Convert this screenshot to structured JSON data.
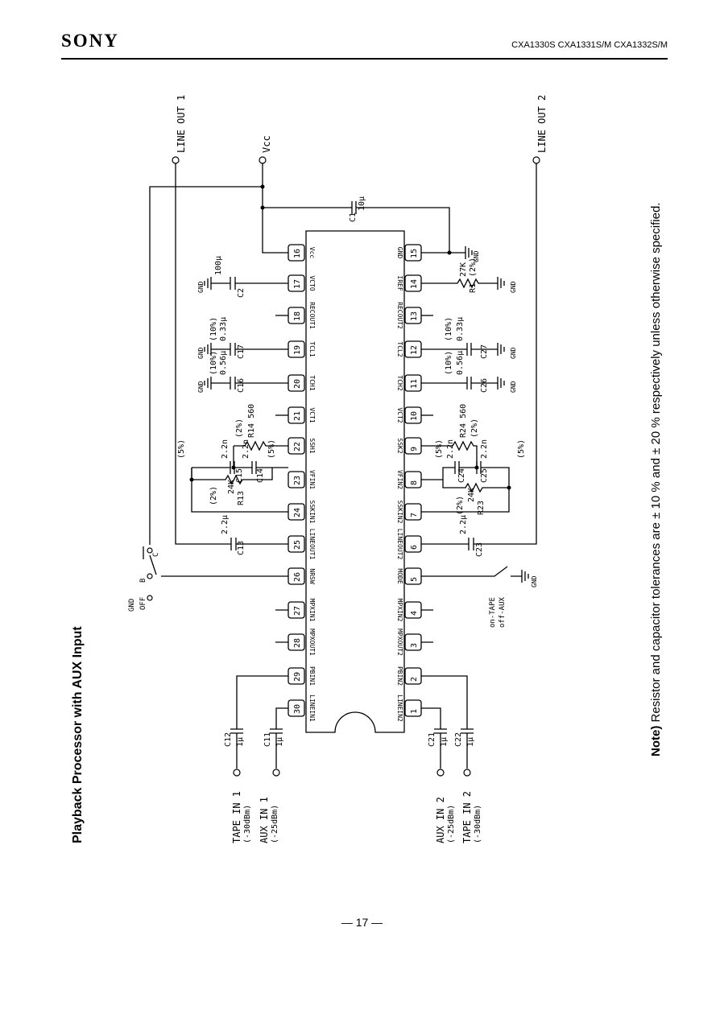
{
  "header": {
    "brand": "SONY",
    "part_numbers": "CXA1330S CXA1331S/M CXA1332S/M"
  },
  "title": "Playback Processor with AUX Input",
  "note": {
    "label": "Note)",
    "text": "Resistor and capacitor tolerances are ± 10 % and ± 20 % respectively unless otherwise specified."
  },
  "page_number": "— 17 —",
  "pins_left": [
    {
      "n": "16",
      "name": "Vcc"
    },
    {
      "n": "17",
      "name": "VCTO"
    },
    {
      "n": "18",
      "name": "RECOUT1"
    },
    {
      "n": "19",
      "name": "TCL1"
    },
    {
      "n": "20",
      "name": "TCH1"
    },
    {
      "n": "21",
      "name": "VCT1"
    },
    {
      "n": "22",
      "name": "SSH1"
    },
    {
      "n": "23",
      "name": "VFIN1"
    },
    {
      "n": "24",
      "name": "SSKIN1"
    },
    {
      "n": "25",
      "name": "LINEOUT1"
    },
    {
      "n": "26",
      "name": "NRSW"
    },
    {
      "n": "27",
      "name": "MPXIN1"
    },
    {
      "n": "28",
      "name": "MPXOUT1"
    },
    {
      "n": "29",
      "name": "PBIN1"
    },
    {
      "n": "30",
      "name": "LINEIN1"
    }
  ],
  "pins_right": [
    {
      "n": "15",
      "name": "GND"
    },
    {
      "n": "14",
      "name": "IREF"
    },
    {
      "n": "13",
      "name": "RECOUT2"
    },
    {
      "n": "12",
      "name": "TCL2"
    },
    {
      "n": "11",
      "name": "TCH2"
    },
    {
      "n": "10",
      "name": "VCT2"
    },
    {
      "n": "9",
      "name": "SSK2"
    },
    {
      "n": "8",
      "name": "VFIN2"
    },
    {
      "n": "7",
      "name": "SSKIN2"
    },
    {
      "n": "6",
      "name": "LINEOUT2"
    },
    {
      "n": "5",
      "name": "MODE"
    },
    {
      "n": "4",
      "name": "MPXIN2"
    },
    {
      "n": "3",
      "name": "MPXOUT2"
    },
    {
      "n": "2",
      "name": "PBIN2"
    },
    {
      "n": "1",
      "name": "LINEIN2"
    }
  ],
  "labels": {
    "line_out_1": "LINE OUT 1",
    "line_out_2": "LINE OUT 2",
    "vcc": "Vcc",
    "c1": "C1",
    "c1_val": "10μ",
    "c2": "C2",
    "c2_val": "100μ",
    "c17": "C17",
    "c17_val": "0.33μ",
    "c17_tol": "(10%)",
    "c16": "C16",
    "c16_val": "0.56μ",
    "c16_tol": "(10%)",
    "r14": "R14 560",
    "r14_tol": "(2%)",
    "c15": "C15",
    "c15_val": "2.2n",
    "c15_tol": "(5%)",
    "c14": "C14",
    "c14_val": "2.2n",
    "c14_tol": "(5%)",
    "r13": "R13",
    "r13_val": "24K",
    "r13_tol": "(2%)",
    "c13": "C13",
    "c13_val": "2.2μ",
    "r1": "R1",
    "r1_val": "27K",
    "r1_tol": "(2%)",
    "c27": "C27",
    "c27_val": "0.33μ",
    "c27_tol": "(10%)",
    "c26": "C26",
    "c26_val": "0.56μ",
    "c26_tol": "(10%)",
    "r24": "R24 560",
    "r24_tol": "(2%)",
    "c24": "C24",
    "c24_val": "2.2n",
    "c24_tol": "(5%)",
    "c25": "C25",
    "c25_val": "2.2n",
    "c25_tol": "(5%)",
    "r23": "R23",
    "r23_val": "24K",
    "r23_tol": "(2%)",
    "c23": "C23",
    "c23_val": "2.2μ",
    "gnd": "GND",
    "off": "OFF",
    "sw_b": "B",
    "sw_c": "C",
    "mode_on": "on-TAPE",
    "mode_off": "off-AUX",
    "c12": "C12",
    "c12_val": "1μ",
    "c11": "C11",
    "c11_val": "1μ",
    "c21": "C21",
    "c21_val": "1μ",
    "c22": "C22",
    "c22_val": "1μ",
    "tape_in_1": "TAPE IN 1",
    "tape_in_1_level": "(-30dBm)",
    "aux_in_1": "AUX IN 1",
    "aux_in_1_level": "(-25dBm)",
    "aux_in_2": "AUX IN 2",
    "aux_in_2_level": "(-25dBm)",
    "tape_in_2": "TAPE IN 2",
    "tape_in_2_level": "(-30dBm)"
  }
}
